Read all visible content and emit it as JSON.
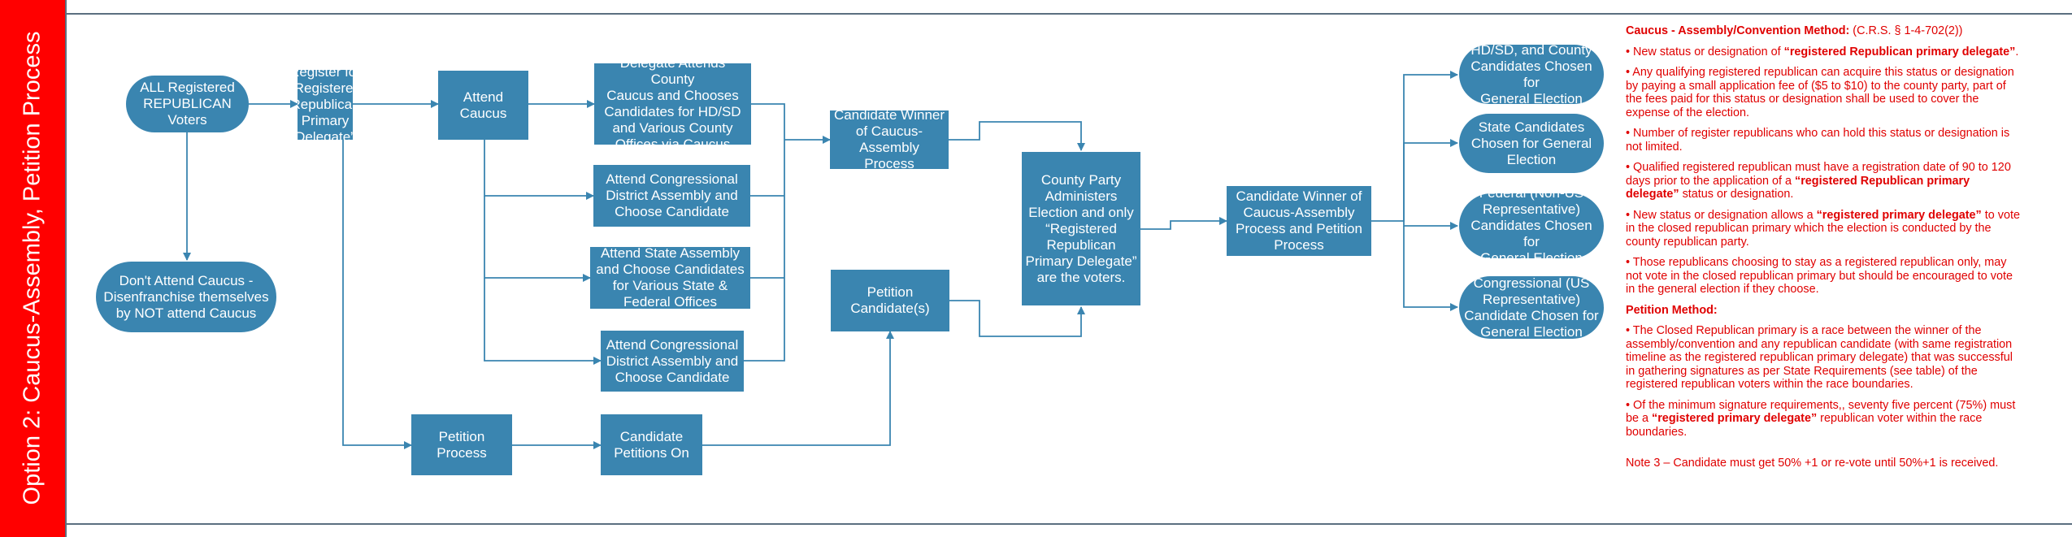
{
  "option_label": "Option 2: Caucus-Assembly, Petition Process",
  "colors": {
    "band": "#ff0000",
    "node": "#3a85b0",
    "wire": "#3a85b0",
    "notes": "#e00000"
  },
  "nodes": {
    "all_voters": "ALL Registered\nREPUBLICAN\nVoters",
    "dont_attend": "Don't Attend Caucus -\nDisenfranchise themselves\nby NOT attend Caucus",
    "register": "Register for\n“Registered\nRepublican\nPrimary\nDelegate”",
    "attend_caucus": "Attend\nCaucus",
    "delegate_county": "Delegate Attends County\nCaucus and Chooses\nCandidates for HD/SD\nand Various County\nOffices via Caucus",
    "congressional_1": "Attend Congressional\nDistrict Assembly and\nChoose Candidate",
    "state_assembly": "Attend State Assembly\nand Choose Candidates\nfor Various State &\nFederal Offices",
    "congressional_2": "Attend Congressional\nDistrict Assembly and\nChoose Candidate",
    "petition_process": "Petition\nProcess",
    "candidate_petitions": "Candidate\nPetitions On",
    "caucus_winner": "Candidate Winner\nof Caucus-\nAssembly Process",
    "petition_candidates": "Petition\nCandidate(s)",
    "county_party": "County Party\nAdministers\nElection and only\n“Registered\nRepublican\nPrimary Delegate”\nare the voters.",
    "final_winner": "Candidate Winner of\nCaucus-Assembly\nProcess and Petition\nProcess",
    "out_hdsd": "HD/SD, and County\nCandidates Chosen for\nGeneral Election",
    "out_state": "State Candidates\nChosen for General\nElection",
    "out_federal": "Federal (Non-US\nRepresentative)\nCandidates Chosen for\nGeneral Election",
    "out_congressional": "Congressional (US\nRepresentative)\nCandidate Chosen for\nGeneral Election"
  },
  "notes": {
    "heading": "Caucus - Assembly/Convention Method:",
    "heading_ref": " (C.R.S. § 1-4-702(2))",
    "b1_pre": "• New status or designation of ",
    "b1_bold": "“registered Republican primary delegate”",
    "b1_post": ".",
    "b2": "• Any qualifying registered republican can acquire this status or designation by paying a small application fee of ($5 to $10) to the county party, part of the fees paid for this status or designation shall be used to cover the expense of the election.",
    "b3": "• Number of register republicans who can hold this status or designation is not limited.",
    "b4_pre": "• Qualified registered republican must have a registration date of 90 to 120 days prior to the application of a ",
    "b4_bold": "“registered Republican primary delegate”",
    "b4_post": " status or designation.",
    "b5_pre": "• New status or designation allows a ",
    "b5_bold": "“registered primary delegate”",
    "b5_post": " to vote in the closed republican primary which the election is conducted by the county republican party.",
    "b6": "• Those republicans choosing to stay as a registered republican only, may not vote in the closed republican primary but should be encouraged to vote in the general election if they choose.",
    "petition_heading": "Petition Method:",
    "p1": "• The Closed Republican primary is a race between the winner of the assembly/convention and any republican candidate (with same registration timeline as the registered republican primary delegate) that was successful in gathering signatures as per State Requirements (see table) of the registered republican voters within the race boundaries.",
    "p2_pre": "•  Of the minimum signature requirements,, seventy five percent (75%) must be a ",
    "p2_bold": "“registered primary delegate”",
    "p2_post": " republican voter within the race boundaries.",
    "note3": "Note 3 – Candidate must get 50% +1 or re-vote until 50%+1 is received."
  }
}
